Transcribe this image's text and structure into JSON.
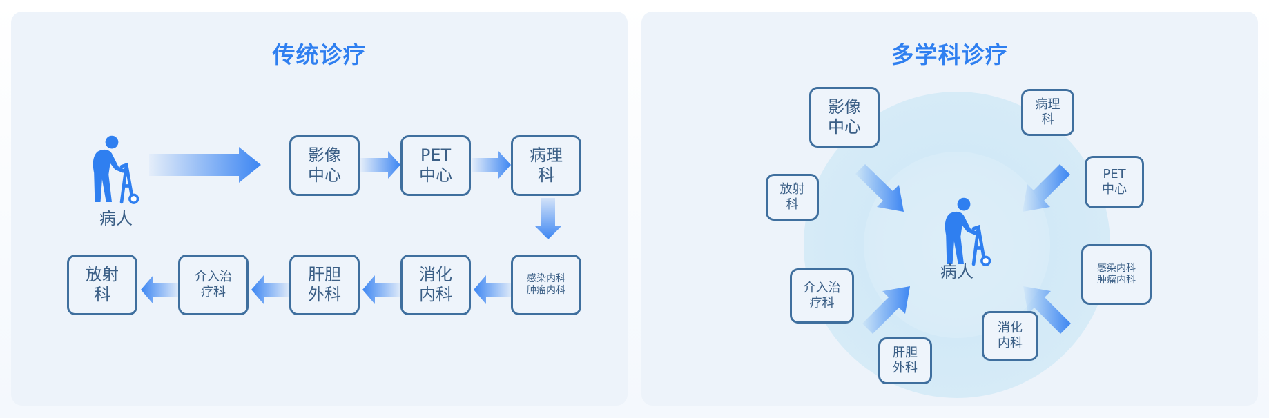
{
  "colors": {
    "accent": "#2f7ff0",
    "box_border": "#3f6f9e",
    "text": "#3b5f86",
    "panel_bg": "#edf3fa",
    "circle": "#d6ebf7"
  },
  "left_panel": {
    "title": "传统诊疗",
    "patient_label": "病人",
    "nodes": {
      "imaging": "影像\n中心",
      "pet": "PET\n中心",
      "pathology": "病理\n科",
      "infection": "感染内科\n肿瘤内科",
      "digestive": "消化\n内科",
      "hepatobiliary": "肝胆\n外科",
      "interventional": "介入治\n疗科",
      "radiology": "放射\n科"
    }
  },
  "right_panel": {
    "title": "多学科诊疗",
    "patient_label": "病人",
    "nodes": {
      "imaging": "影像\n中心",
      "pathology": "病理\n科",
      "radiology": "放射\n科",
      "pet": "PET\n中心",
      "infection": "感染内科\n肿瘤内科",
      "interventional": "介入治\n疗科",
      "digestive": "消化\n内科",
      "hepatobiliary": "肝胆\n外科"
    }
  },
  "icons": {
    "patient": "patient-walker-icon",
    "arrow": "arrow-icon"
  }
}
